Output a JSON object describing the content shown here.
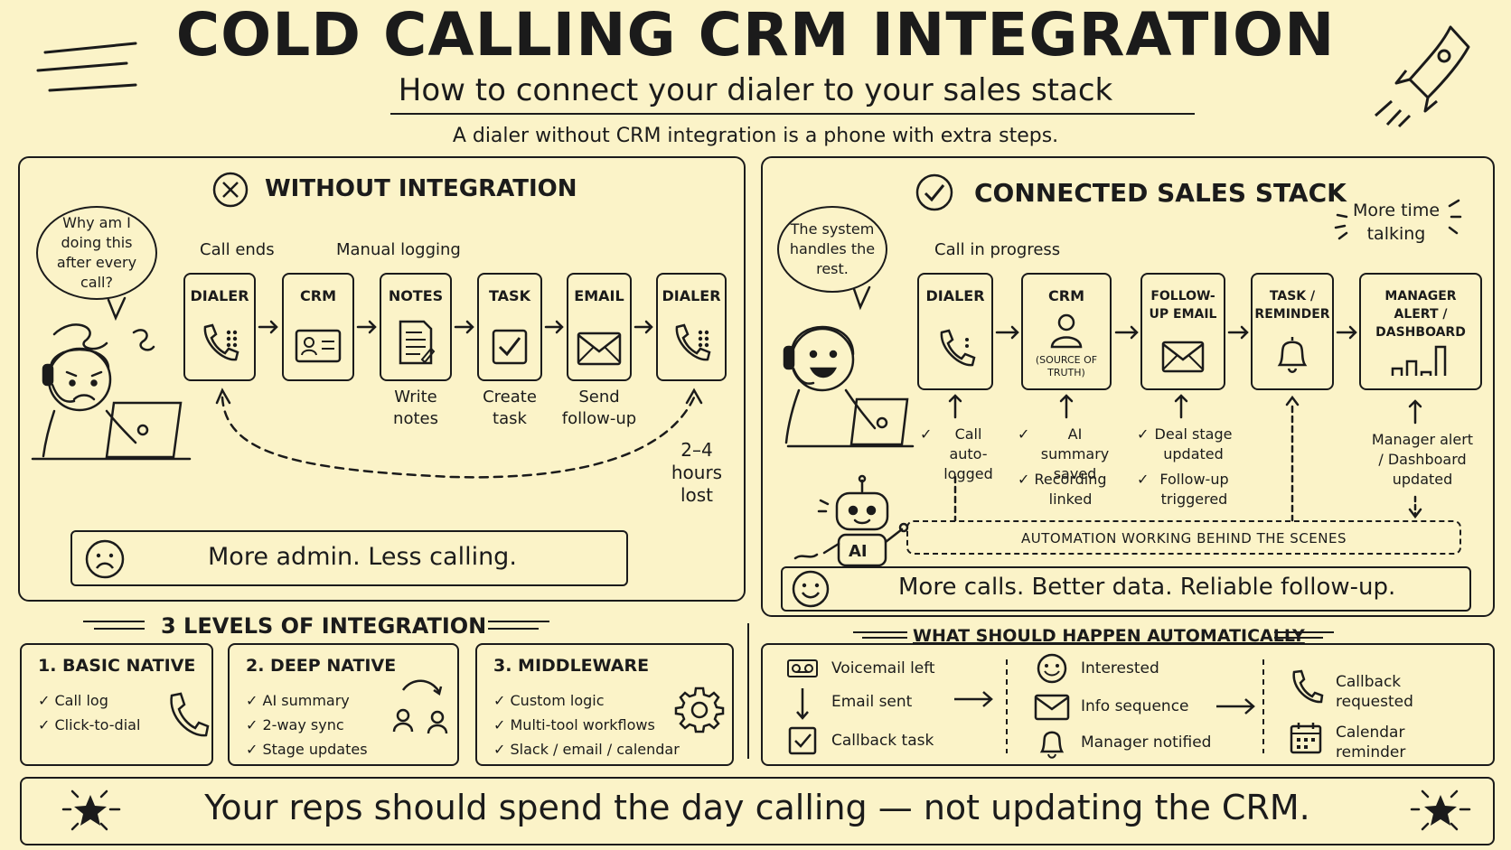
{
  "header": {
    "title": "COLD CALLING CRM INTEGRATION",
    "subtitle": "How to connect your dialer to your sales stack",
    "tagline": "A dialer without CRM integration is a phone with extra steps."
  },
  "without": {
    "heading": "WITHOUT INTEGRATION",
    "bubble": "Why am I doing this after every call?",
    "call_ends": "Call ends",
    "manual_logging": "Manual logging",
    "cards": [
      "DIALER",
      "CRM",
      "NOTES",
      "TASK",
      "EMAIL",
      "DIALER"
    ],
    "captions": {
      "notes": "Write notes",
      "task": "Create task",
      "email": "Send follow-up"
    },
    "hours_lost": "2–4 hours lost",
    "summary": "More admin. Less calling."
  },
  "connected": {
    "heading": "CONNECTED SALES STACK",
    "bubble": "The system handles the rest.",
    "more_time": "More time talking",
    "call_in_progress": "Call in progress",
    "cards": [
      "DIALER",
      "CRM",
      "FOLLOW-UP EMAIL",
      "TASK / REMINDER",
      "MANAGER ALERT / DASHBOARD"
    ],
    "crm_sub": "(SOURCE OF TRUTH)",
    "checks": {
      "dialer": [
        "Call auto-logged"
      ],
      "crm": [
        "AI summary saved",
        "Recording linked"
      ],
      "email": [
        "Deal stage updated",
        "Follow-up triggered"
      ]
    },
    "manager_note": "Manager alert / Dashboard updated",
    "robot_label": "AI",
    "automation": "AUTOMATION WORKING BEHIND THE SCENES",
    "summary": "More calls. Better data. Reliable follow-up."
  },
  "levels": {
    "heading": "3 LEVELS OF INTEGRATION",
    "items": [
      {
        "title": "1. BASIC NATIVE",
        "points": [
          "Call log",
          "Click-to-dial"
        ]
      },
      {
        "title": "2. DEEP NATIVE",
        "points": [
          "AI summary",
          "2-way sync",
          "Stage updates"
        ]
      },
      {
        "title": "3. MIDDLEWARE",
        "points": [
          "Custom logic",
          "Multi-tool workflows",
          "Slack / email / calendar"
        ]
      }
    ]
  },
  "auto": {
    "heading": "WHAT SHOULD HAPPEN AUTOMATICALLY",
    "col1": [
      "Voicemail left",
      "Email sent",
      "Callback task"
    ],
    "col2": [
      "Interested",
      "Info sequence",
      "Manager notified"
    ],
    "col3": [
      "Callback requested",
      "Calendar reminder"
    ]
  },
  "footer": {
    "text": "Your reps should spend the day calling — not updating the CRM."
  }
}
